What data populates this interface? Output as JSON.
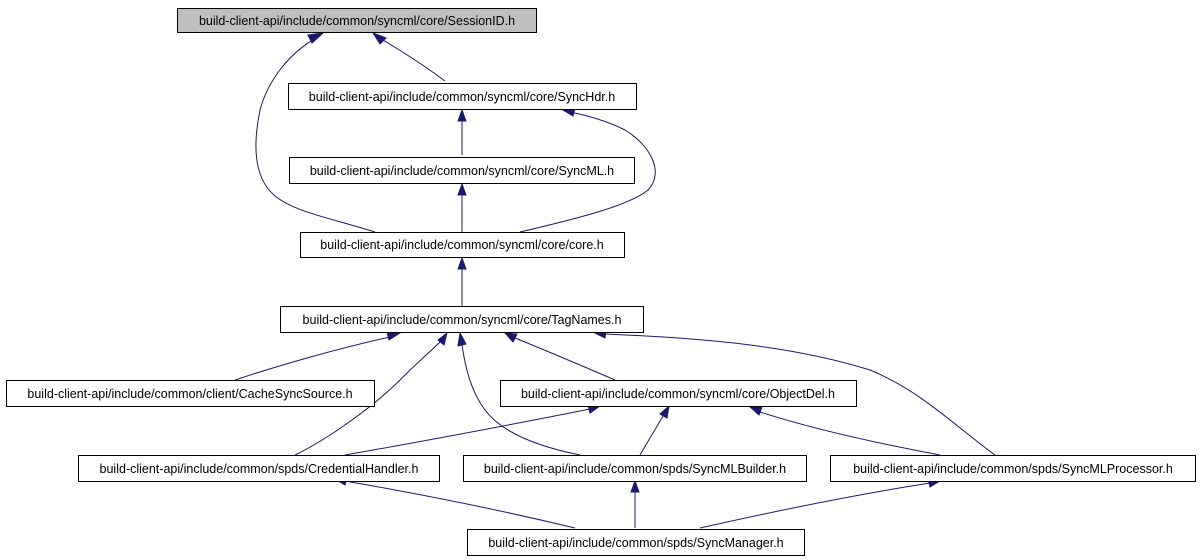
{
  "colors": {
    "edge": "#191970",
    "root_fill": "#bfbfbf",
    "node_fill": "#ffffff",
    "border": "#000000"
  },
  "nodes": {
    "sessionid": "build-client-api/include/common/syncml/core/SessionID.h",
    "synchdr": "build-client-api/include/common/syncml/core/SyncHdr.h",
    "syncml": "build-client-api/include/common/syncml/core/SyncML.h",
    "core": "build-client-api/include/common/syncml/core/core.h",
    "tagnames": "build-client-api/include/common/syncml/core/TagNames.h",
    "cachesyncsource": "build-client-api/include/common/client/CacheSyncSource.h",
    "objectdel": "build-client-api/include/common/syncml/core/ObjectDel.h",
    "credentialhandler": "build-client-api/include/common/spds/CredentialHandler.h",
    "syncmlbuilder": "build-client-api/include/common/spds/SyncMLBuilder.h",
    "syncmlprocessor": "build-client-api/include/common/spds/SyncMLProcessor.h",
    "syncmanager": "build-client-api/include/common/spds/SyncManager.h"
  }
}
